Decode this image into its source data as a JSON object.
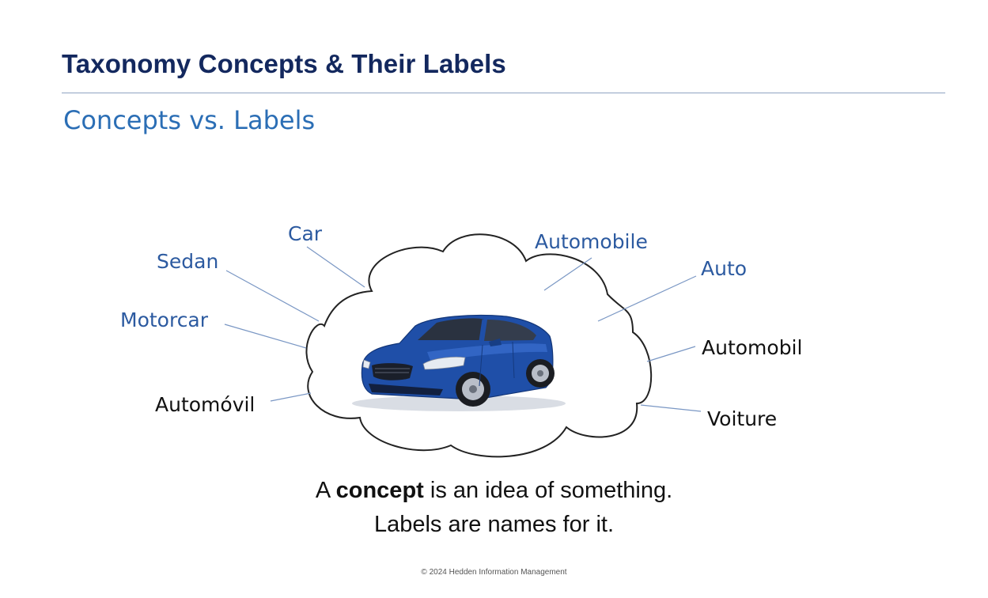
{
  "slide": {
    "title": "Taxonomy Concepts & Their Labels",
    "subtitle": "Concepts vs. Labels",
    "labels": {
      "car": "Car",
      "sedan": "Sedan",
      "motorcar": "Motorcar",
      "automovil": "Automóvil",
      "automobile": "Automobile",
      "auto": "Auto",
      "automobil": "Automobil",
      "voiture": "Voiture"
    },
    "caption_line1_pre": "A ",
    "caption_line1_bold": "concept",
    "caption_line1_post": " is an idea of something.",
    "caption_line2": "Labels are names for it.",
    "footer": "© 2024 Hedden Information Management"
  },
  "colors": {
    "title": "#13285e",
    "subtitle": "#2b6eb5",
    "english_label": "#2c5aa0",
    "foreign_label": "#111111",
    "car_body": "#1f4fa8"
  }
}
